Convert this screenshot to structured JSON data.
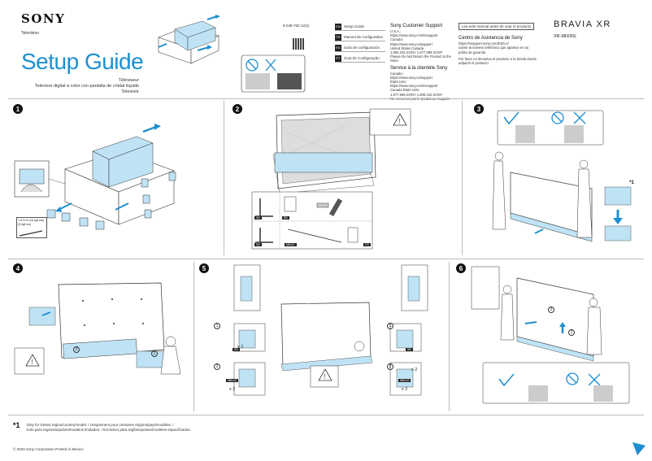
{
  "header": {
    "brand": "SONY",
    "product_type": "Television",
    "title": "Setup Guide",
    "subtitles": [
      "Téléviseur",
      "Televisor digital a color con pantalla de cristal líquido",
      "Televisor"
    ],
    "part_number": "5-048-782-12(2)",
    "series": "BRAVIA XR",
    "model": "XR-98X90L"
  },
  "languages": [
    {
      "code": "EN",
      "label": "Setup Guide"
    },
    {
      "code": "FR",
      "label": "Manuel de configuration"
    },
    {
      "code": "ES",
      "label": "Guía de configuración"
    },
    {
      "code": "PT",
      "label": "Guia de Configuração"
    }
  ],
  "support": {
    "title": "Sony Customer Support",
    "lines": [
      "U.S.A.:",
      "https://www.sony.com/tvsupport",
      "Canada:",
      "https://www.sony.ca/support",
      "United States  Canada",
      "1.800.222.SONY       1.877.899.SONY",
      "Please Do Not Return the Product to the Store"
    ],
    "title2": "Service à la clientèle Sony",
    "lines2": [
      "Canada :",
      "https://www.sony.ca/support",
      "États-Unis :",
      "https://www.sony.com/tvsupport",
      "Canada                 États-Unis",
      "1.877.899.SONY       1.800.222.SONY",
      "Ne retournez pas le produit au magasin"
    ]
  },
  "support_right": {
    "readme": "Lea este manual antes de usar el producto",
    "title": "Centro de Asistencia de Sony",
    "lines": [
      "https://esupport.sony.com/ES/LA/",
      "Llame al número telefónico que aparece en su",
      "póliza de garantía",
      "Por favor no devuelva el producto a la tienda donde",
      "adquirió el producto"
    ]
  },
  "steps": [
    {
      "num": "1"
    },
    {
      "num": "2"
    },
    {
      "num": "3"
    },
    {
      "num": "4"
    },
    {
      "num": "5"
    },
    {
      "num": "6"
    }
  ],
  "step1": {
    "torque": [
      "1.5 N·m (15 kgf·cm)",
      "(5 kgf·cm)"
    ]
  },
  "step2": {
    "parts": [
      "SB",
      "BB",
      "SB",
      "M6x12",
      "CD"
    ]
  },
  "step3": {
    "note": "*1"
  },
  "step4": {
    "markers": [
      "1",
      "2"
    ]
  },
  "step5": {
    "markers": [
      "1",
      "2",
      "1",
      "2"
    ],
    "counts": [
      "x 2",
      "x 2",
      "x 2",
      "x 2"
    ],
    "part_label": "M6x12",
    "base_label": "SB"
  },
  "step6": {
    "markers": [
      "1",
      "2"
    ]
  },
  "footnote": {
    "mark": "*1",
    "lines": [
      "Only for limited region/country/model. / Uniquement pour certaines régions/pays/modèles. /",
      "Solo para regiones/países/modelos limitados. / Exclusivo para regiões/países/modelos especificados."
    ]
  },
  "copyright": "© 2023 Sony Corporation  Printed in Mexico",
  "colors": {
    "accent": "#1f8fd0",
    "illustration_blue": "#bfe3f5",
    "warn_blue": "#1f8fd0"
  }
}
